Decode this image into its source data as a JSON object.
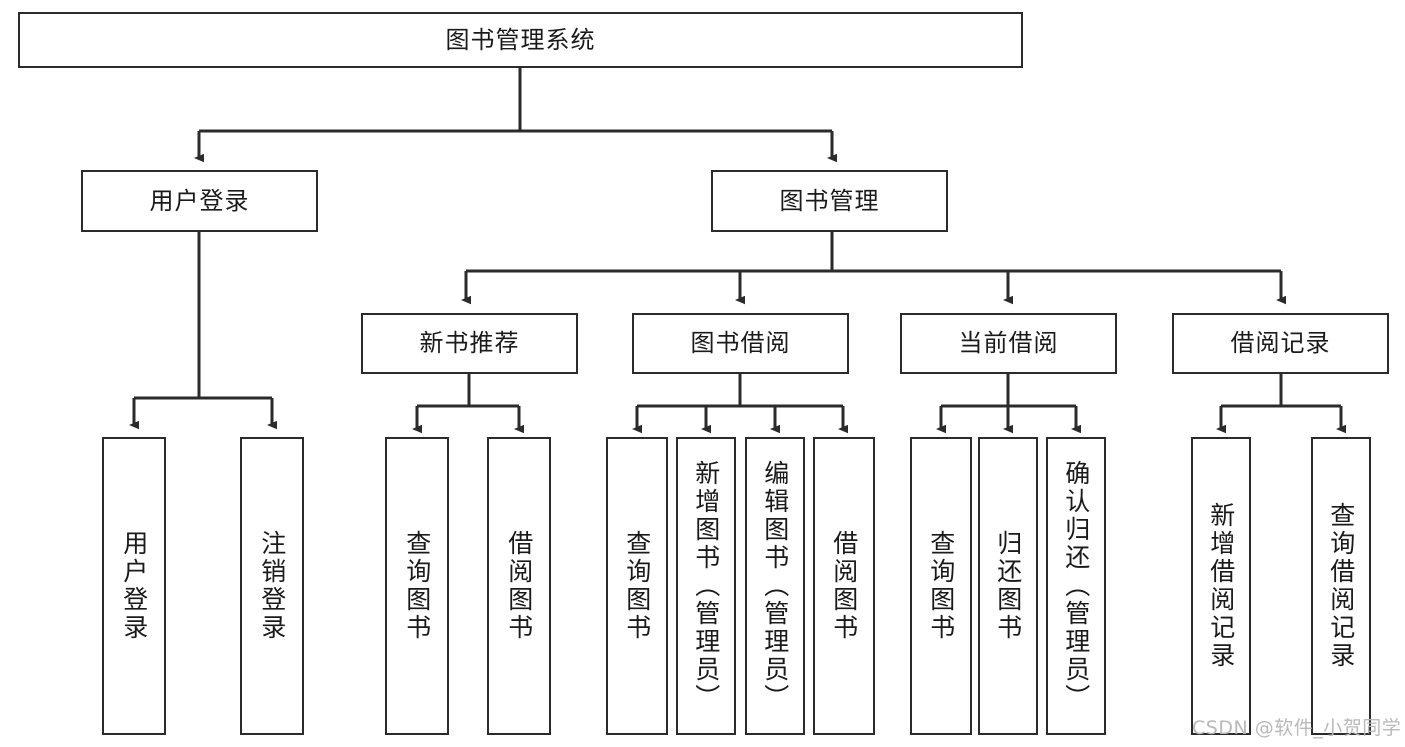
{
  "diagram": {
    "type": "tree",
    "title": "图书管理系统",
    "watermark": "CSDN @软件_小贺同学",
    "colors": {
      "box_border": "#2b2b2b",
      "box_fill": "#ffffff",
      "connector": "#2b2b2b",
      "text": "#1a1a1a",
      "watermark": "#b9b9b9"
    },
    "root": {
      "label": "图书管理系统"
    },
    "level1": [
      {
        "id": "user-login",
        "label": "用户登录"
      },
      {
        "id": "book-management",
        "label": "图书管理"
      }
    ],
    "level2": [
      {
        "id": "new-book-recommend",
        "label": "新书推荐",
        "parent": "book-management"
      },
      {
        "id": "book-borrow",
        "label": "图书借阅",
        "parent": "book-management"
      },
      {
        "id": "current-borrow",
        "label": "当前借阅",
        "parent": "book-management"
      },
      {
        "id": "borrow-record",
        "label": "借阅记录",
        "parent": "book-management"
      }
    ],
    "leaves": [
      {
        "id": "leaf-user-login",
        "label": "用户登录",
        "parent": "user-login"
      },
      {
        "id": "leaf-logout-login",
        "label": "注销登录",
        "parent": "user-login"
      },
      {
        "id": "leaf-query-book-1",
        "label": "查询图书",
        "parent": "new-book-recommend"
      },
      {
        "id": "leaf-borrow-book-1",
        "label": "借阅图书",
        "parent": "new-book-recommend"
      },
      {
        "id": "leaf-query-book-2",
        "label": "查询图书",
        "parent": "book-borrow"
      },
      {
        "id": "leaf-add-book",
        "label": "新增图书（管理员）",
        "parent": "book-borrow"
      },
      {
        "id": "leaf-edit-book",
        "label": "编辑图书（管理员）",
        "parent": "book-borrow"
      },
      {
        "id": "leaf-borrow-book-2",
        "label": "借阅图书",
        "parent": "book-borrow"
      },
      {
        "id": "leaf-query-book-3",
        "label": "查询图书",
        "parent": "current-borrow"
      },
      {
        "id": "leaf-return-book",
        "label": "归还图书",
        "parent": "current-borrow"
      },
      {
        "id": "leaf-confirm-return",
        "label": "确认归还（管理员）",
        "parent": "current-borrow"
      },
      {
        "id": "leaf-add-record",
        "label": "新增借阅记录",
        "parent": "borrow-record"
      },
      {
        "id": "leaf-query-record",
        "label": "查询借阅记录",
        "parent": "borrow-record"
      }
    ]
  }
}
